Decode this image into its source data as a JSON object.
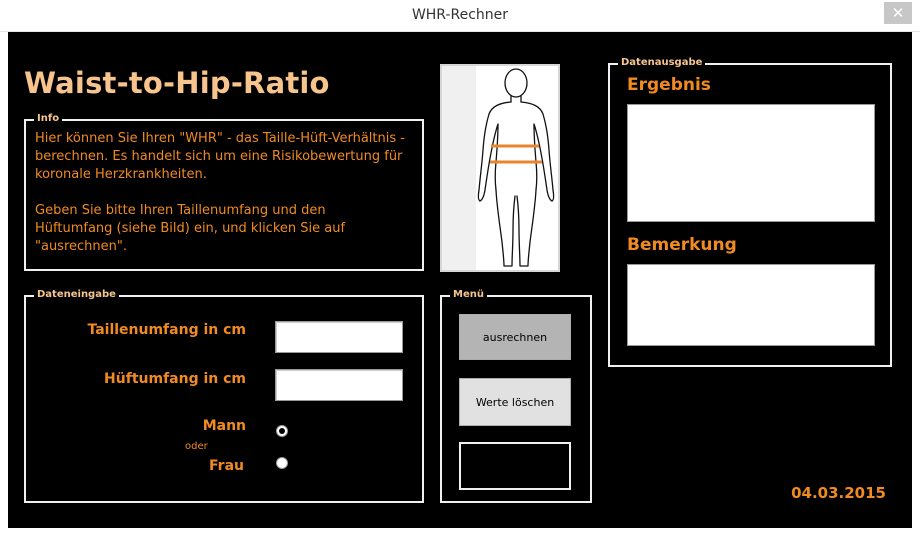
{
  "window": {
    "title": "WHR-Rechner",
    "close_glyph": "✕"
  },
  "heading": "Waist-to-Hip-Ratio",
  "info": {
    "label": "Info",
    "paragraph1": "Hier können Sie Ihren \"WHR\" - das Taille-Hüft-Verhältnis - berechnen. Es handelt sich um eine Risikobewertung für koronale Herzkrankheiten.",
    "paragraph2": "Geben Sie bitte Ihren Taillenumfang und den Hüftumfang (siehe Bild) ein, und klicken Sie auf \"ausrechnen\"."
  },
  "input": {
    "label": "Dateneingabe",
    "waist_label": "Taillenumfang in cm",
    "waist_value": "",
    "hip_label": "Hüftumfang in cm",
    "hip_value": "",
    "male_label": "Mann",
    "or_label": "oder",
    "female_label": "Frau",
    "selected": "Mann"
  },
  "menu": {
    "label": "Menü",
    "calculate_label": "ausrechnen",
    "clear_label": "Werte löschen"
  },
  "output": {
    "label": "Datenausgabe",
    "result_label": "Ergebnis",
    "result_value": "",
    "remark_label": "Bemerkung",
    "remark_value": ""
  },
  "date": "04.03.2015",
  "colors": {
    "background": "#000000",
    "accent_orange": "#f08a23",
    "heading_peach": "#f7c48e",
    "measure_line": "#e8862d"
  },
  "icons": {
    "figure": "body-outline-figure",
    "close": "close-icon"
  }
}
